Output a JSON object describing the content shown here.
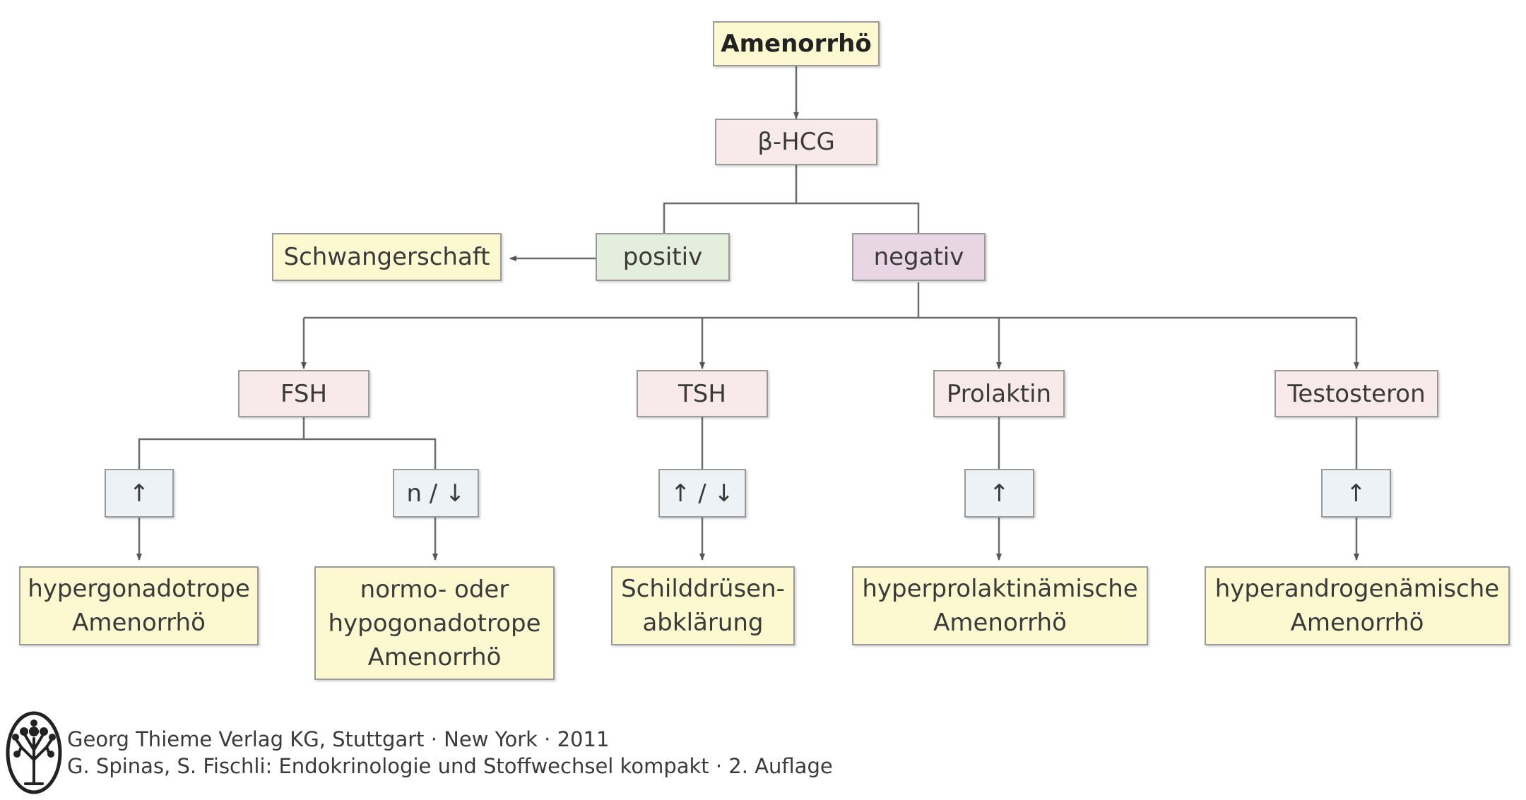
{
  "diagram": {
    "root": "Amenorrhö",
    "test": "β-HCG",
    "positive": "positiv",
    "negative": "negativ",
    "pregnancy": "Schwangerschaft",
    "hormones": {
      "fsh": "FSH",
      "tsh": "TSH",
      "prolactin": "Prolaktin",
      "testosterone": "Testosteron"
    },
    "findings": {
      "fsh_high": "↑",
      "fsh_normal_low": "n / ↓",
      "tsh_up_down": "↑ / ↓",
      "prolactin_high": "↑",
      "testosterone_high": "↑"
    },
    "outcomes": {
      "hypergonadotrope": [
        "hypergonadotrope",
        "Amenorrhö"
      ],
      "hypogonadotrope": [
        "normo- oder",
        "hypogonadotrope",
        "Amenorrhö"
      ],
      "thyroid": [
        "Schilddrüsen-",
        "abklärung"
      ],
      "hyperprolactinemic": [
        "hyperprolaktinämische",
        "Amenorrhö"
      ],
      "hyperandrogenic": [
        "hyperandrogenämische",
        "Amenorrhö"
      ]
    },
    "colors": {
      "yellow": "#fcf8cf",
      "pink": "#f8e9ea",
      "green": "#e3eedc",
      "purple": "#e8d6e5",
      "blue": "#ecf2f6",
      "line": "#6b6b6b"
    }
  },
  "footer": {
    "publisher": "Georg Thieme Verlag KG, Stuttgart · New York · 2011",
    "citation": "G. Spinas, S. Fischli: Endokrinologie und Stoffwechsel kompakt · 2. Auflage",
    "logo_icon": "tree-icon"
  }
}
